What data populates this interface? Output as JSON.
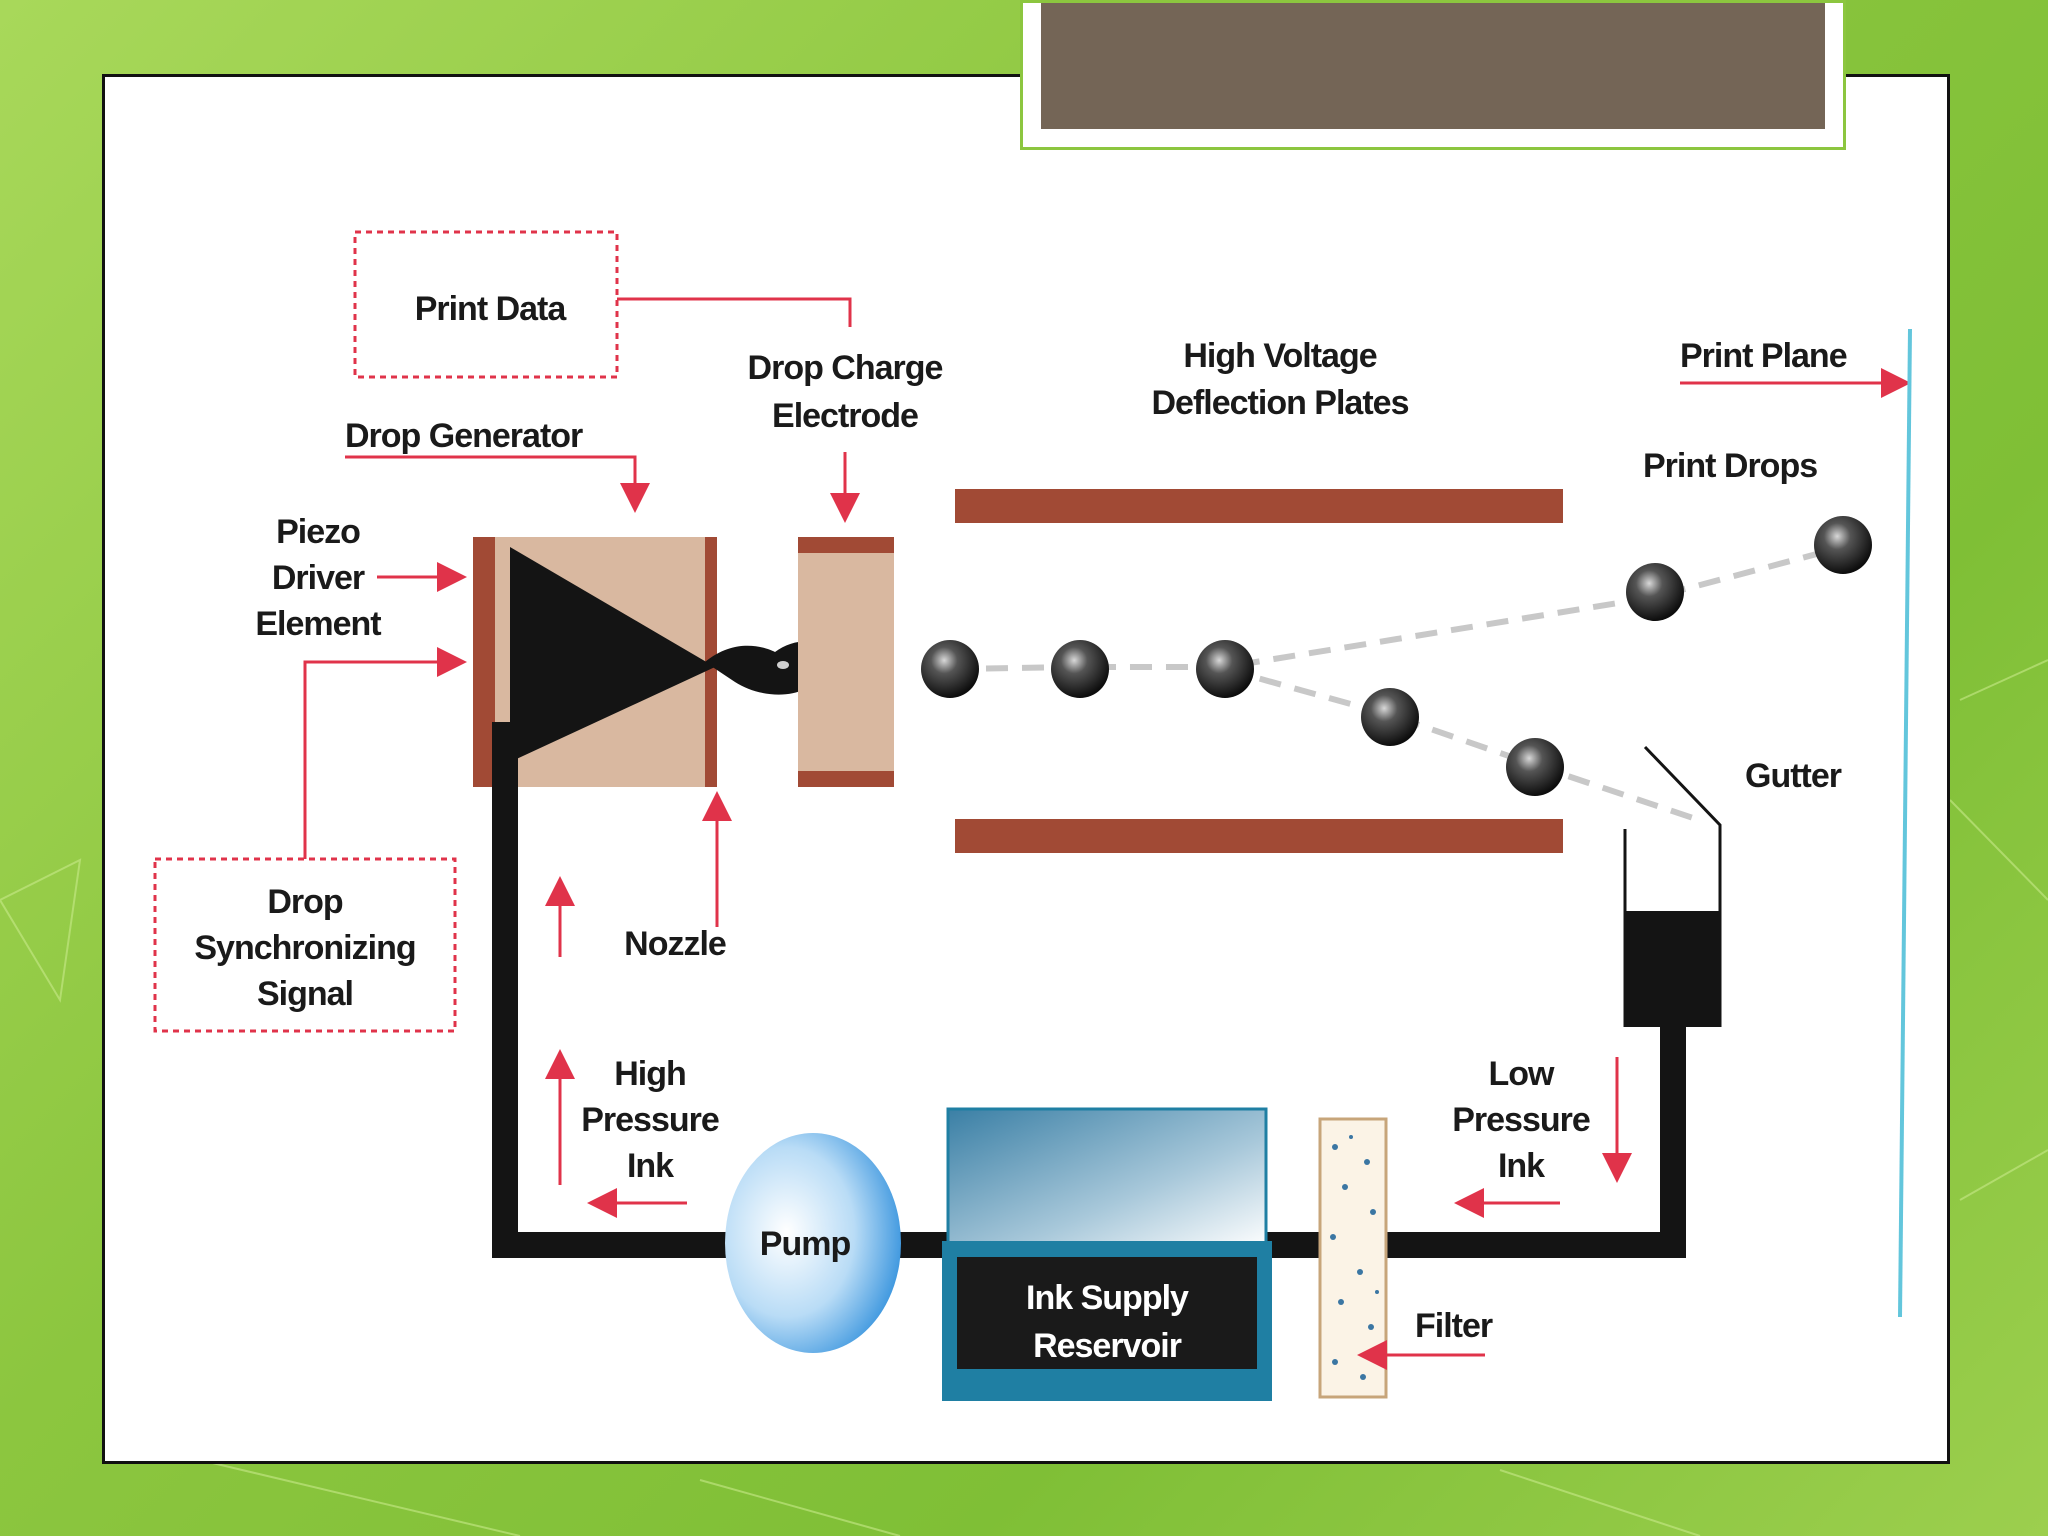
{
  "diagram": {
    "labels": {
      "print_data": "Print Data",
      "drop_generator": "Drop Generator",
      "drop_charge_electrode": [
        "Drop Charge",
        "Electrode"
      ],
      "high_voltage_plates": [
        "High Voltage",
        "Deflection Plates"
      ],
      "print_plane": "Print Plane",
      "print_drops": "Print Drops",
      "piezo_driver_element": [
        "Piezo",
        "Driver",
        "Element"
      ],
      "gutter": "Gutter",
      "drop_sync_signal": [
        "Drop",
        "Synchronizing",
        "Signal"
      ],
      "nozzle": "Nozzle",
      "high_pressure_ink": [
        "High",
        "Pressure",
        "Ink"
      ],
      "low_pressure_ink": [
        "Low",
        "Pressure",
        "Ink"
      ],
      "pump": "Pump",
      "ink_supply_reservoir": [
        "Ink Supply",
        "Reservoir"
      ],
      "filter": "Filter"
    },
    "colors": {
      "arrow": "#e0334a",
      "plate": "#a14a35",
      "generator_body": "#d9b8a0",
      "ink_line": "#141414",
      "print_plane_line": "#63c6dc",
      "pump": "#4aa3e0",
      "reservoir_border": "#1f7fa3"
    }
  }
}
